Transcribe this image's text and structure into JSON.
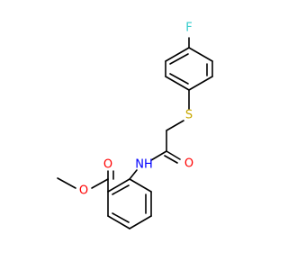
{
  "molecule": {
    "atoms": {
      "fluorine": {
        "symbol": "F",
        "color": "#33cccc"
      },
      "sulfur": {
        "symbol": "S",
        "color": "#c8a800"
      },
      "amide_nitrogen": {
        "symbol": "NH",
        "color": "#0000ff"
      },
      "amide_oxygen": {
        "symbol": "O",
        "color": "#ff0000"
      },
      "ester_carbonyl_oxygen": {
        "symbol": "O",
        "color": "#ff0000"
      },
      "ester_ether_oxygen": {
        "symbol": "O",
        "color": "#ff0000"
      }
    },
    "bond_color": "#000000"
  }
}
